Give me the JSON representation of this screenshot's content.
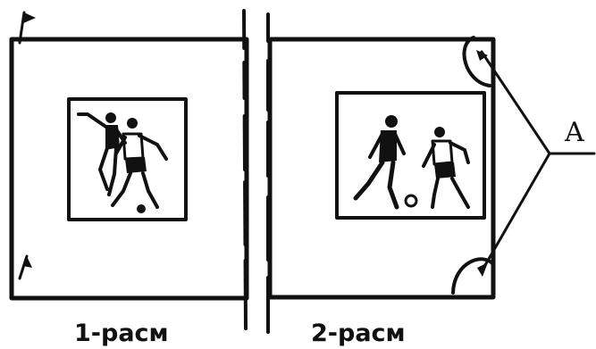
{
  "figure1": {
    "caption": "1-расм"
  },
  "figure2": {
    "caption": "2-расм"
  },
  "label_a": "A"
}
